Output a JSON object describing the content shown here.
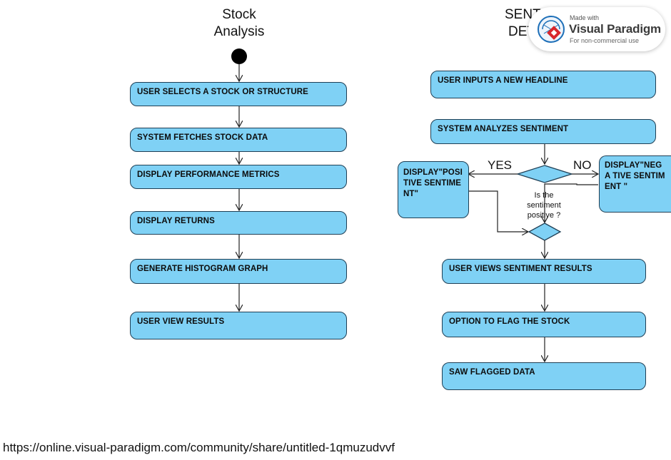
{
  "left_flow": {
    "title_line1": "Stock",
    "title_line2": "Analysis",
    "steps": [
      "USER SELECTS A STOCK OR STRUCTURE",
      "SYSTEM FETCHES STOCK DATA",
      "DISPLAY PERFORMANCE METRICS",
      "DISPLAY RETURNS",
      "GENERATE HISTOGRAM GRAPH",
      "USER VIEW RESULTS"
    ]
  },
  "right_flow": {
    "title_line1": "SENTI",
    "title_line2": "DET",
    "steps": [
      "USER INPUTS A NEW HEADLINE",
      "SYSTEM ANALYZES SENTIMENT",
      "USER VIEWS SENTIMENT RESULTS",
      "OPTION TO FLAG THE STOCK",
      "SAW FLAGGED DATA"
    ],
    "decision_question": "Is the sentiment positive ?",
    "yes_label": "YES",
    "no_label": "NO",
    "positive_box": "DISPLAY\"POSI TIVE SENTIMENT\"",
    "negative_box": "DISPLAY\"NEGA TIVE SENTIMENT \""
  },
  "watermark": {
    "made_with": "Made with",
    "brand": "Visual Paradigm",
    "sub": "For non-commercial use"
  },
  "footer_url": "https://online.visual-paradigm.com/community/share/untitled-1qmuzudvvf",
  "colors": {
    "node_fill": "#7fd1f5",
    "node_border": "#1f3f55",
    "initial_node": "#000000"
  }
}
